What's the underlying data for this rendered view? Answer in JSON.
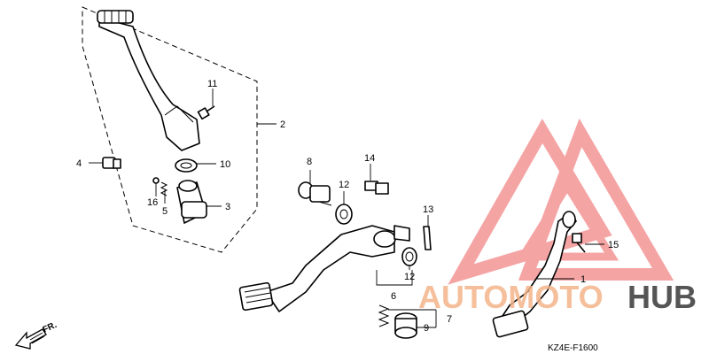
{
  "diagram": {
    "diagram_code": "KZ4E-F1600",
    "direction_label": "FR.",
    "watermark": {
      "brand_part1": "AUTOMOTO",
      "brand_part2": "HUB"
    },
    "callouts": {
      "c1": "1",
      "c2": "2",
      "c3": "3",
      "c4": "4",
      "c5": "5",
      "c6": "6",
      "c7": "7",
      "c8": "8",
      "c9": "9",
      "c10": "10",
      "c11": "11",
      "c12a": "12",
      "c12b": "12",
      "c13": "13",
      "c14": "14",
      "c15": "15",
      "c16": "16"
    }
  }
}
